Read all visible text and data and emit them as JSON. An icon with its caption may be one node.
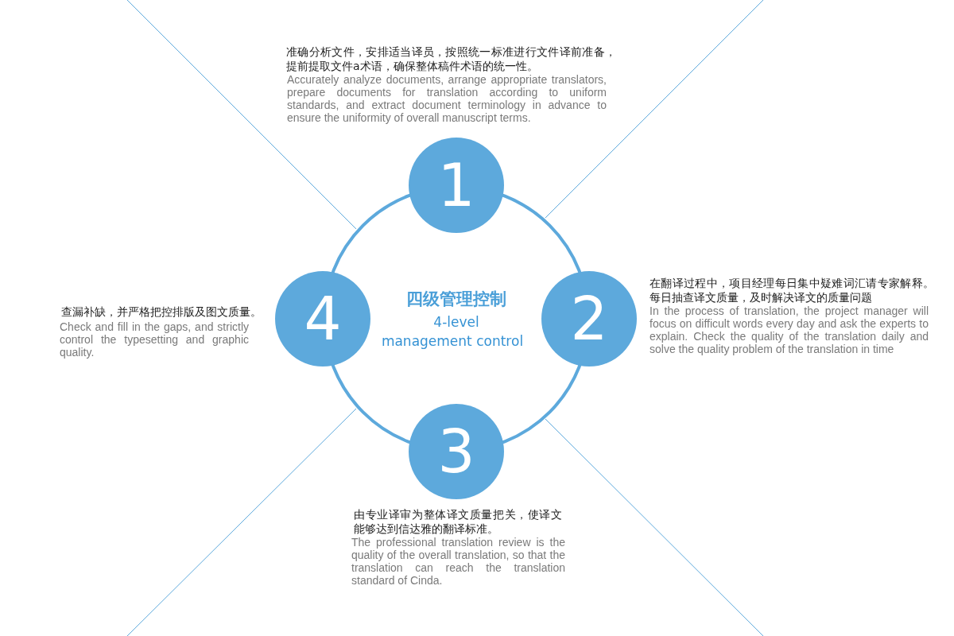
{
  "diagram": {
    "nodes": [
      {
        "text": [
          "1"
        ],
        "beside": [
          "准确分析文件，安排适当译员，按照统一标准进行文件译前准备，提前提取文件a术语，确保整体稿件术语的统一性。",
          "Accurately analyze documents, arrange appropriate translators, prepare documents for translation according to uniform standards, and extract document terminology in advance to ensure the uniformity of overall manuscript terms."
        ]
      },
      {
        "text": [
          "2"
        ],
        "beside": [
          "在翻译过程中，项目经理每日集中疑难词汇请专家解释。每日抽查译文质量，及时解决译文的质量问题",
          "In the process of translation, the project manager will focus on difficult words every day and ask the experts to explain. Check the quality of the translation daily and solve the quality problem of the translation in time"
        ]
      },
      {
        "text": [
          "3"
        ],
        "beside": [
          "由专业译审为整体译文质量把关，使译文能够达到信达雅的翻译标准。",
          "The professional translation review is the quality of the overall translation, so that the translation can reach the translation standard of Cinda."
        ]
      },
      {
        "text": [
          "4"
        ],
        "beside": [
          "查漏补缺，并严格把控排版及图文质量。",
          "Check and fill in the gaps, and strictly control the typesetting and graphic quality."
        ]
      },
      {
        "text": [
          "四级管理控制",
          "4-level management control"
        ]
      }
    ]
  }
}
